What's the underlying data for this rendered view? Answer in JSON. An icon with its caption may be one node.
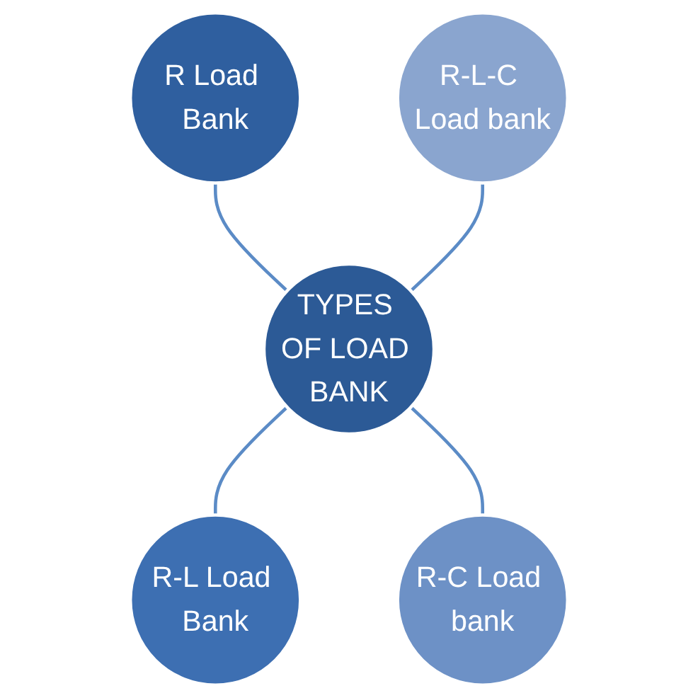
{
  "diagram": {
    "nodes": [
      {
        "text": [
          "R Load Bank"
        ]
      },
      {
        "text": [
          "R-L-C Load bank"
        ]
      },
      {
        "text": [
          "TYPES OF LOAD BANK"
        ]
      },
      {
        "text": [
          "R-L Load Bank"
        ]
      },
      {
        "text": [
          "R-C Load bank"
        ]
      }
    ],
    "edges": [
      {
        "from": 0,
        "to": 2,
        "arrow": "none"
      },
      {
        "from": 1,
        "to": 2,
        "arrow": "none"
      },
      {
        "from": 2,
        "to": 3,
        "arrow": "none"
      },
      {
        "from": 2,
        "to": 4,
        "arrow": "none"
      }
    ]
  }
}
